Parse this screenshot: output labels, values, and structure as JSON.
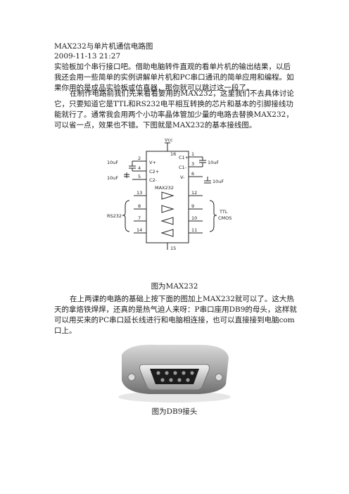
{
  "doc": {
    "title": "MAX232与单片机通信电路图",
    "datetime": "2009-11-13 21:27",
    "paragraph1": "实验板加个串行接口吧。借助电脑转件直观的看单片机的输出结果，以后我还会用一些简单的实例讲解单片机和PC串口通讯的简单应用和编程。如果你用的是成品实验板或仿真器，那你就可以跳过这一段了。",
    "paragraph2": "在制作电路前我们先来看看要用的MAX232，这里我们不去具体讨论它，只要知道它是TTL和RS232电平相互转换的芯片和基本的引脚接线功能就行了。通常我会用两个小功率晶体管加少量的电路去替换MAX232，可以省一点，效果也不错。下图就是MAX232的基本接线图。",
    "caption1": "图为MAX232",
    "paragraph3": "在上两课的电路的基础上按下面的图加上MAX232就可以了。这大热天的拿烙铁焊焊，还真的是热气迫人来呀：P串口座用DB9的母头，这样就可以用买来的PC串口延长线进行和电脑相连接，也可以直接接到电脑com口上。",
    "caption2": "图为DB9接头"
  },
  "schematic": {
    "vcc": "Vcc",
    "pin16": "16",
    "pin15": "15",
    "chip": "MAX232",
    "cap_left_top": "10uF",
    "cap_left_bottom": "10uF",
    "cap_right_top": "10uF",
    "cap_right_bottom": "10uF",
    "pins_left": [
      "2",
      "4",
      "5",
      "13",
      "8",
      "7",
      "14"
    ],
    "pins_right": [
      "1",
      "3",
      "6",
      "12",
      "9",
      "10",
      "11"
    ],
    "lbl_vplus": "V+",
    "lbl_c2plus": "C2+",
    "lbl_c2minus": "C2-",
    "lbl_c1plus": "C1+",
    "lbl_c1minus": "C1-",
    "lbl_vminus": "V-",
    "rs232": "RS232",
    "ttl": "TTL",
    "cmos": "CMOS"
  }
}
